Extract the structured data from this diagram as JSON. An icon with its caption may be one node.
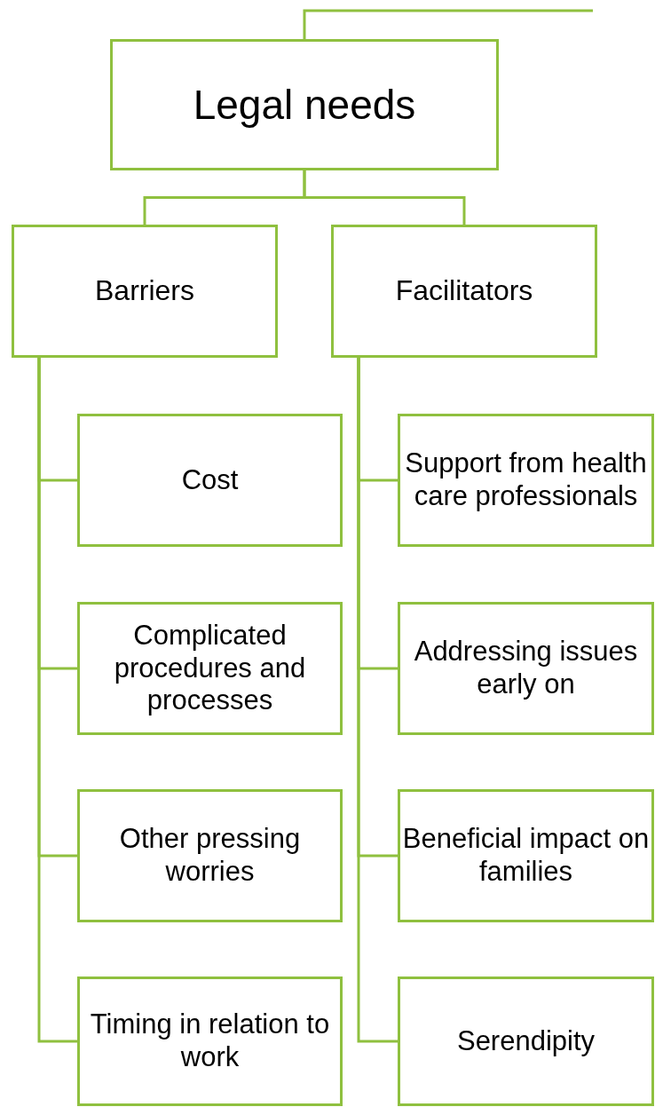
{
  "diagram": {
    "nodes": [
      {
        "text": [
          "Legal needs"
        ]
      },
      {
        "text": [
          "Barriers"
        ]
      },
      {
        "text": [
          "Facilitators"
        ]
      },
      {
        "text": [
          "Cost"
        ]
      },
      {
        "text": [
          "Complicated procedures and processes"
        ]
      },
      {
        "text": [
          "Other pressing worries"
        ]
      },
      {
        "text": [
          "Timing in relation to work"
        ]
      },
      {
        "text": [
          "Support from health care professionals"
        ]
      },
      {
        "text": [
          "Addressing issues early on"
        ]
      },
      {
        "text": [
          "Beneficial impact on families"
        ]
      },
      {
        "text": [
          "Serendipity"
        ]
      }
    ],
    "edges": [
      {
        "from": 0,
        "to": null,
        "arrow": "none"
      },
      {
        "from": 0,
        "to": 1,
        "arrow": "none"
      },
      {
        "from": 0,
        "to": 2,
        "arrow": "none"
      },
      {
        "from": 1,
        "to": 3,
        "arrow": "none"
      },
      {
        "from": 1,
        "to": 4,
        "arrow": "none"
      },
      {
        "from": 1,
        "to": 5,
        "arrow": "none"
      },
      {
        "from": 1,
        "to": 6,
        "arrow": "none"
      },
      {
        "from": 2,
        "to": 7,
        "arrow": "none"
      },
      {
        "from": 2,
        "to": 8,
        "arrow": "none"
      },
      {
        "from": 2,
        "to": 9,
        "arrow": "none"
      },
      {
        "from": 2,
        "to": 10,
        "arrow": "none"
      }
    ]
  }
}
